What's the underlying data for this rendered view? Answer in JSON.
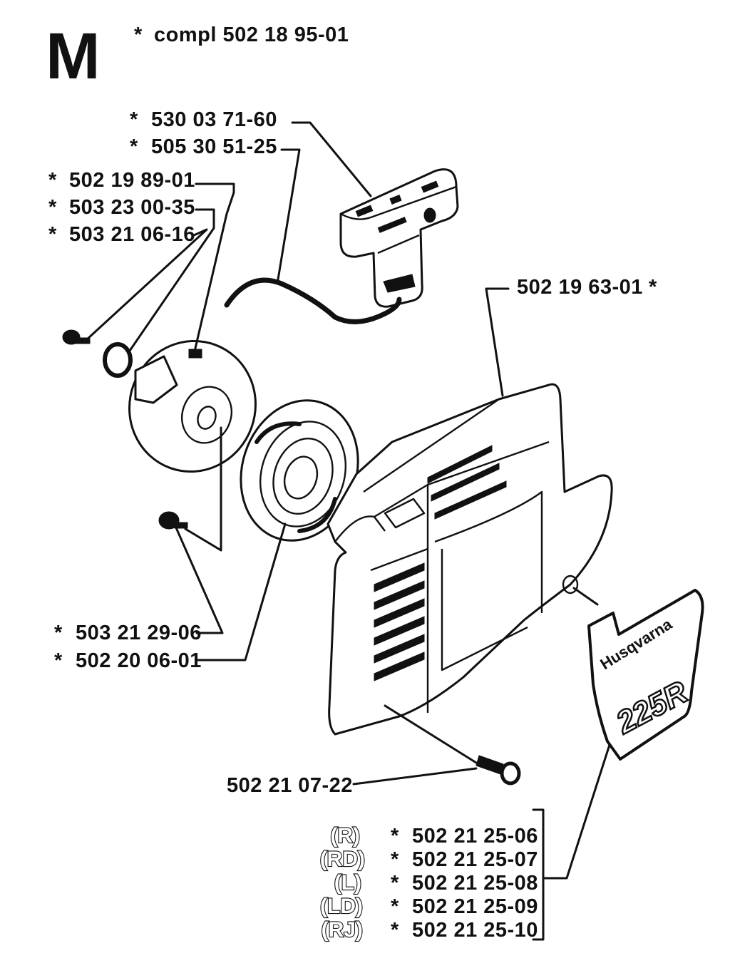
{
  "section": "M",
  "compl": {
    "star": "*",
    "text": "compl 502 18 95-01"
  },
  "parts": {
    "handle_a": "530 03 71-60",
    "rope": "505 30 51-25",
    "pulley": "502 19 89-01",
    "washer": "503 23 00-35",
    "screw_a": "503 21 06-16",
    "housing": "502 19 63-01",
    "screw_b": "503 21 29-06",
    "spring": "502 20 06-01",
    "screw_c": "502 21 07-22"
  },
  "star": "*",
  "decal_variants": [
    {
      "code": "(R)",
      "part": "502 21 25-06"
    },
    {
      "code": "(RD)",
      "part": "502 21 25-07"
    },
    {
      "code": "(L)",
      "part": "502 21 25-08"
    },
    {
      "code": "(LD)",
      "part": "502 21 25-09"
    },
    {
      "code": "(RJ)",
      "part": "502 21 25-10"
    }
  ],
  "decal": {
    "brand": "Husqvarna",
    "model": "225R"
  }
}
